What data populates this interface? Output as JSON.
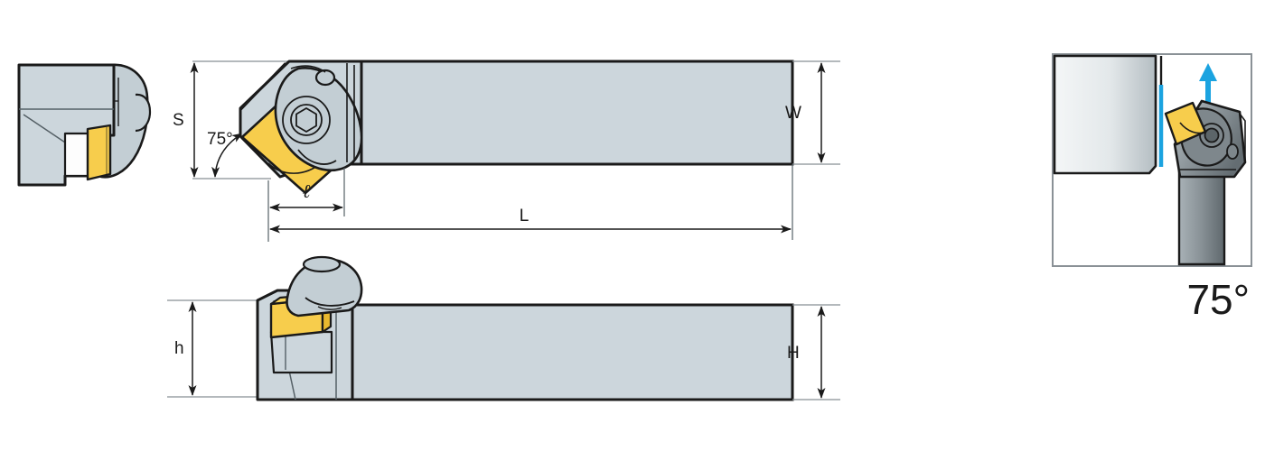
{
  "drawing": {
    "title": "Lathe turning tool holder dimensional drawing",
    "colors": {
      "shank_fill": "#ccd6dc",
      "shank_fill_light": "#dde4e8",
      "insert_yellow": "#f7cd4c",
      "insert_yellow_shade": "#e8b92f",
      "clamp_gray": "#c3ced4",
      "outline": "#1a1a1a",
      "dim_line": "#4a4a4a",
      "arrow_blue": "#1ba3e0",
      "workpiece_light": "#f2f4f5",
      "workpiece_dark": "#b9c2c7",
      "holder_dark": "#6e777c",
      "holder_mid": "#9aa3a8"
    }
  },
  "views": {
    "end_view": {
      "name": "end-view",
      "label": ""
    },
    "top_view": {
      "name": "top-view",
      "label": ""
    },
    "side_view": {
      "name": "side-view",
      "label": ""
    },
    "application_view": {
      "name": "application-view",
      "label": ""
    }
  },
  "dimensions": {
    "S": "S",
    "W": "W",
    "L": "L",
    "l": "ℓ",
    "h": "h",
    "H": "H"
  },
  "annotations": {
    "lead_angle_small": "75°",
    "lead_angle_large": "75°"
  }
}
